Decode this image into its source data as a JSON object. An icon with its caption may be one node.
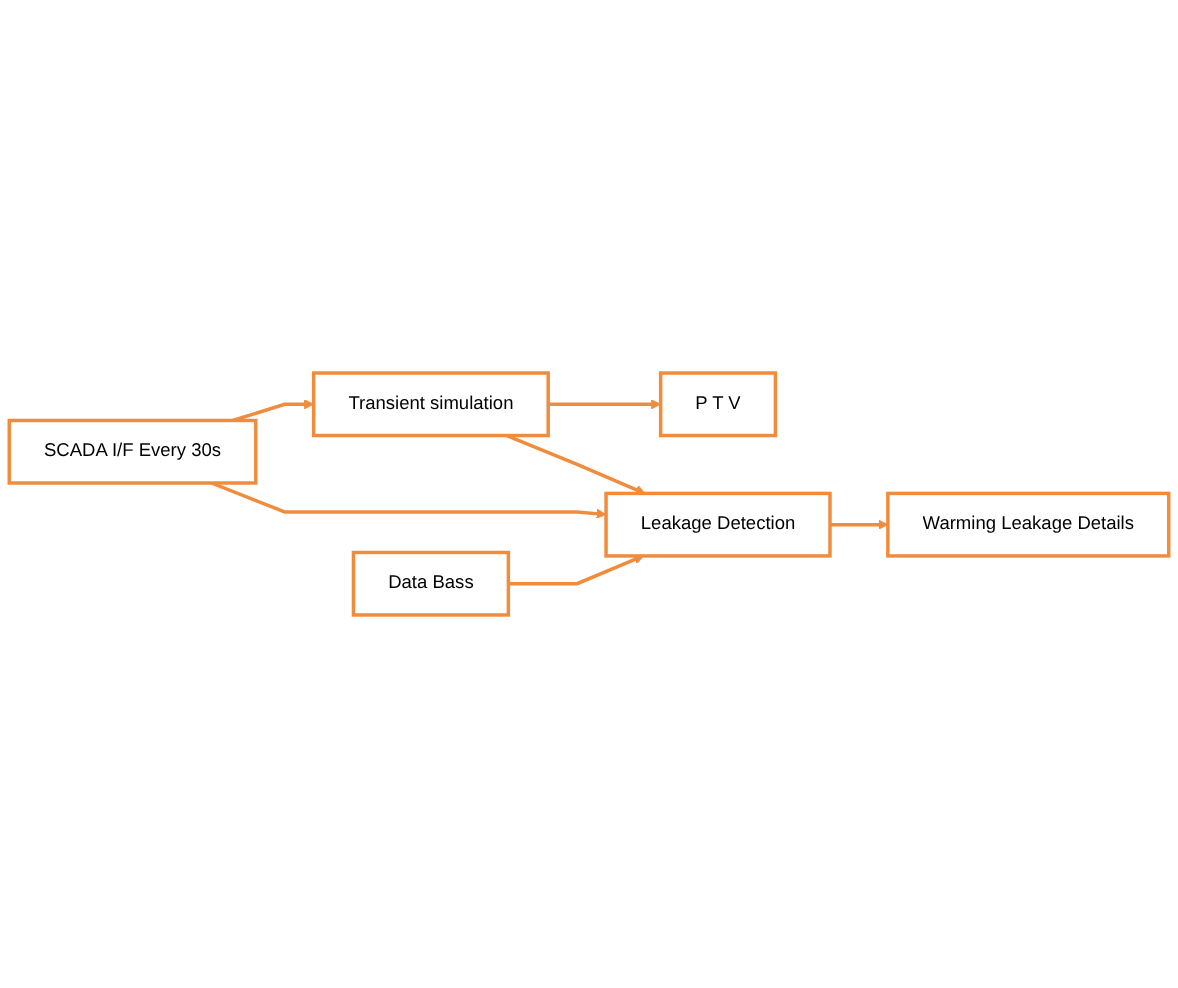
{
  "diagram": {
    "nodes": [
      {
        "text": [
          "SCADA I/F Every 30s"
        ]
      },
      {
        "text": [
          "Transient simulation"
        ]
      },
      {
        "text": [
          "P T V"
        ]
      },
      {
        "text": [
          "Data Bass"
        ]
      },
      {
        "text": [
          "Leakage Detection"
        ]
      },
      {
        "text": [
          "Warming Leakage Details"
        ]
      }
    ],
    "edges": [
      {
        "from": 0,
        "to": 1,
        "arrow": "to"
      },
      {
        "from": 1,
        "to": 2,
        "arrow": "to"
      },
      {
        "from": 1,
        "to": 4,
        "arrow": "to"
      },
      {
        "from": 0,
        "to": 4,
        "arrow": "to"
      },
      {
        "from": 3,
        "to": 4,
        "arrow": "to"
      },
      {
        "from": 4,
        "to": 5,
        "arrow": "to"
      }
    ]
  }
}
